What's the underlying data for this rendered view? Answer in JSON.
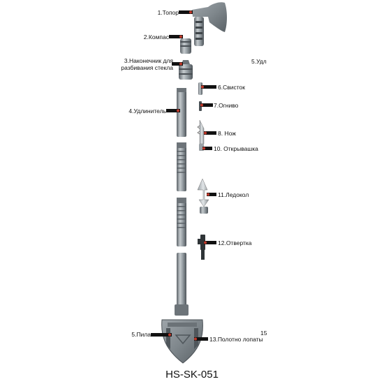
{
  "parts": [
    {
      "id": "axe",
      "label": "1.Топор"
    },
    {
      "id": "compass",
      "label": "2.Компас"
    },
    {
      "id": "glass-breaker",
      "label": "3.Наконечник для",
      "label2": "разбивания стекла"
    },
    {
      "id": "extension",
      "label": "4.Удлинитель"
    },
    {
      "id": "extension-cut",
      "label": "5.Удл"
    },
    {
      "id": "saw",
      "label": "5.Пила"
    },
    {
      "id": "whistle",
      "label": "6.Свисток"
    },
    {
      "id": "flint",
      "label": "7.Огниво"
    },
    {
      "id": "knife",
      "label": "8. Нож"
    },
    {
      "id": "opener",
      "label": "10. Открывашка"
    },
    {
      "id": "ice-pick",
      "label": "11.Ледокол"
    },
    {
      "id": "screwdriver",
      "label": "12.Отвертка"
    },
    {
      "id": "shovel-blade",
      "label": "13.Полотно лопаты"
    },
    {
      "id": "fifteen",
      "label": "15"
    }
  ],
  "model": "HS-SK-051",
  "colors": {
    "metal": "#8e969c",
    "metal_dark": "#5d646a",
    "metal_light": "#c4cacd",
    "marker": "#111111",
    "dot": "#c0392b"
  }
}
